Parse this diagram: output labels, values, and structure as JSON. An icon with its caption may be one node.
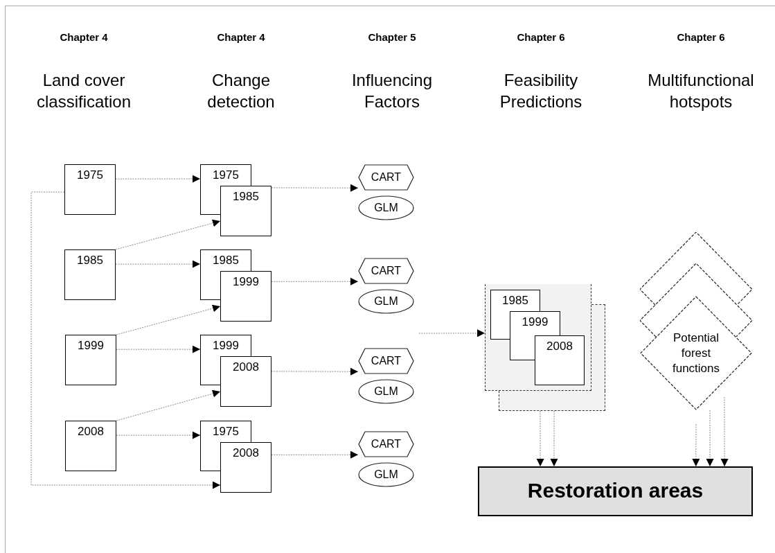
{
  "diagram": {
    "nodes": [
      {
        "text": [
          "1975"
        ]
      },
      {
        "text": [
          "1985"
        ]
      },
      {
        "text": [
          "1999"
        ]
      },
      {
        "text": [
          "2008"
        ]
      },
      {
        "text": [
          "1975"
        ]
      },
      {
        "text": [
          "1985"
        ]
      },
      {
        "text": [
          "1985"
        ]
      },
      {
        "text": [
          "1999"
        ]
      },
      {
        "text": [
          "1999"
        ]
      },
      {
        "text": [
          "2008"
        ]
      },
      {
        "text": [
          "1975"
        ]
      },
      {
        "text": [
          "2008"
        ]
      },
      {
        "text": [
          "CART"
        ]
      },
      {
        "text": [
          "GLM"
        ]
      },
      {
        "text": [
          "CART"
        ]
      },
      {
        "text": [
          "GLM"
        ]
      },
      {
        "text": [
          "CART"
        ]
      },
      {
        "text": [
          "GLM"
        ]
      },
      {
        "text": [
          "CART"
        ]
      },
      {
        "text": [
          "GLM"
        ]
      },
      {
        "text": [],
        "shape": "box"
      },
      {
        "text": [],
        "shape": "box"
      },
      {
        "text": [
          "1985"
        ],
        "in": 21
      },
      {
        "text": [
          "1999"
        ],
        "in": 21
      },
      {
        "text": [
          "2008"
        ],
        "in": 21
      },
      {
        "text": [],
        "shape": "diamond"
      },
      {
        "text": [],
        "shape": "diamond"
      },
      {
        "text": [
          "Potential forest functions"
        ]
      },
      {
        "text": [
          "Restoration areas"
        ]
      }
    ],
    "edges": [
      {
        "from": 0,
        "to": 4,
        "arrow": "to"
      },
      {
        "from": 1,
        "to": 5,
        "arrow": "to"
      },
      {
        "from": 1,
        "to": 6,
        "arrow": "to"
      },
      {
        "from": 2,
        "to": 7,
        "arrow": "to"
      },
      {
        "from": 2,
        "to": 8,
        "arrow": "to"
      },
      {
        "from": 3,
        "to": 9,
        "arrow": "to"
      },
      {
        "from": 3,
        "to": 10,
        "arrow": "to"
      },
      {
        "from": 0,
        "to": 11,
        "arrow": "to"
      },
      {
        "from": 5,
        "to": 12,
        "arrow": "to"
      },
      {
        "from": 7,
        "to": 14,
        "arrow": "to"
      },
      {
        "from": 9,
        "to": 16,
        "arrow": "to"
      },
      {
        "from": 11,
        "to": 18,
        "arrow": "to"
      },
      {
        "from": null,
        "to": 21,
        "arrow": "to"
      },
      {
        "from": 20,
        "to": 28,
        "arrow": "to"
      },
      {
        "from": 20,
        "to": 28,
        "arrow": "to"
      },
      {
        "from": null,
        "to": 28,
        "arrow": "to"
      },
      {
        "from": null,
        "to": 28,
        "arrow": "to"
      },
      {
        "from": null,
        "to": 28,
        "arrow": "to"
      }
    ],
    "labels": [
      "Chapter 4",
      "Chapter 4",
      "Chapter 5",
      "Chapter 6",
      "Chapter 6",
      "Land cover classification",
      "Change detection",
      "Influencing Factors",
      "Feasibility Predictions",
      "Multifunctional hotspots"
    ]
  }
}
